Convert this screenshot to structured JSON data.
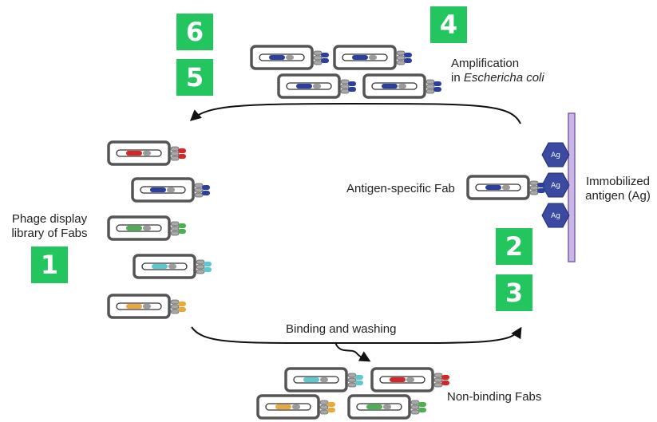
{
  "steps": {
    "s1": "1",
    "s2": "2",
    "s3": "3",
    "s4": "4",
    "s5": "5",
    "s6": "6"
  },
  "labels": {
    "library_line1": "Phage display",
    "library_line2": "library of Fabs",
    "amplification_line1": "Amplification",
    "amplification_line2_prefix": "in ",
    "amplification_line2_organism": "Eschericha coli",
    "antigen_specific": "Antigen-specific Fab",
    "immobilized_line1": "Immobilized",
    "immobilized_line2": "antigen (Ag)",
    "binding_washing": "Binding and washing",
    "non_binding": "Non-binding Fabs",
    "ag": "Ag"
  },
  "colors": {
    "step_green": "#22c55e",
    "fab_red": "#d62728",
    "fab_blue": "#2b3f9e",
    "fab_green": "#4caf50",
    "fab_cyan": "#5cc8d0",
    "fab_orange": "#e8a93a",
    "antigen_hex": "#3a4aa0",
    "surface_purple": "#c9b6e6"
  },
  "library_colors": [
    "red",
    "blue",
    "green",
    "cyan",
    "orange"
  ],
  "amplified_colors": [
    "blue",
    "blue",
    "blue",
    "blue"
  ],
  "non_binding_colors": [
    "cyan",
    "red",
    "orange",
    "green"
  ],
  "antigen_specific_color": "blue"
}
